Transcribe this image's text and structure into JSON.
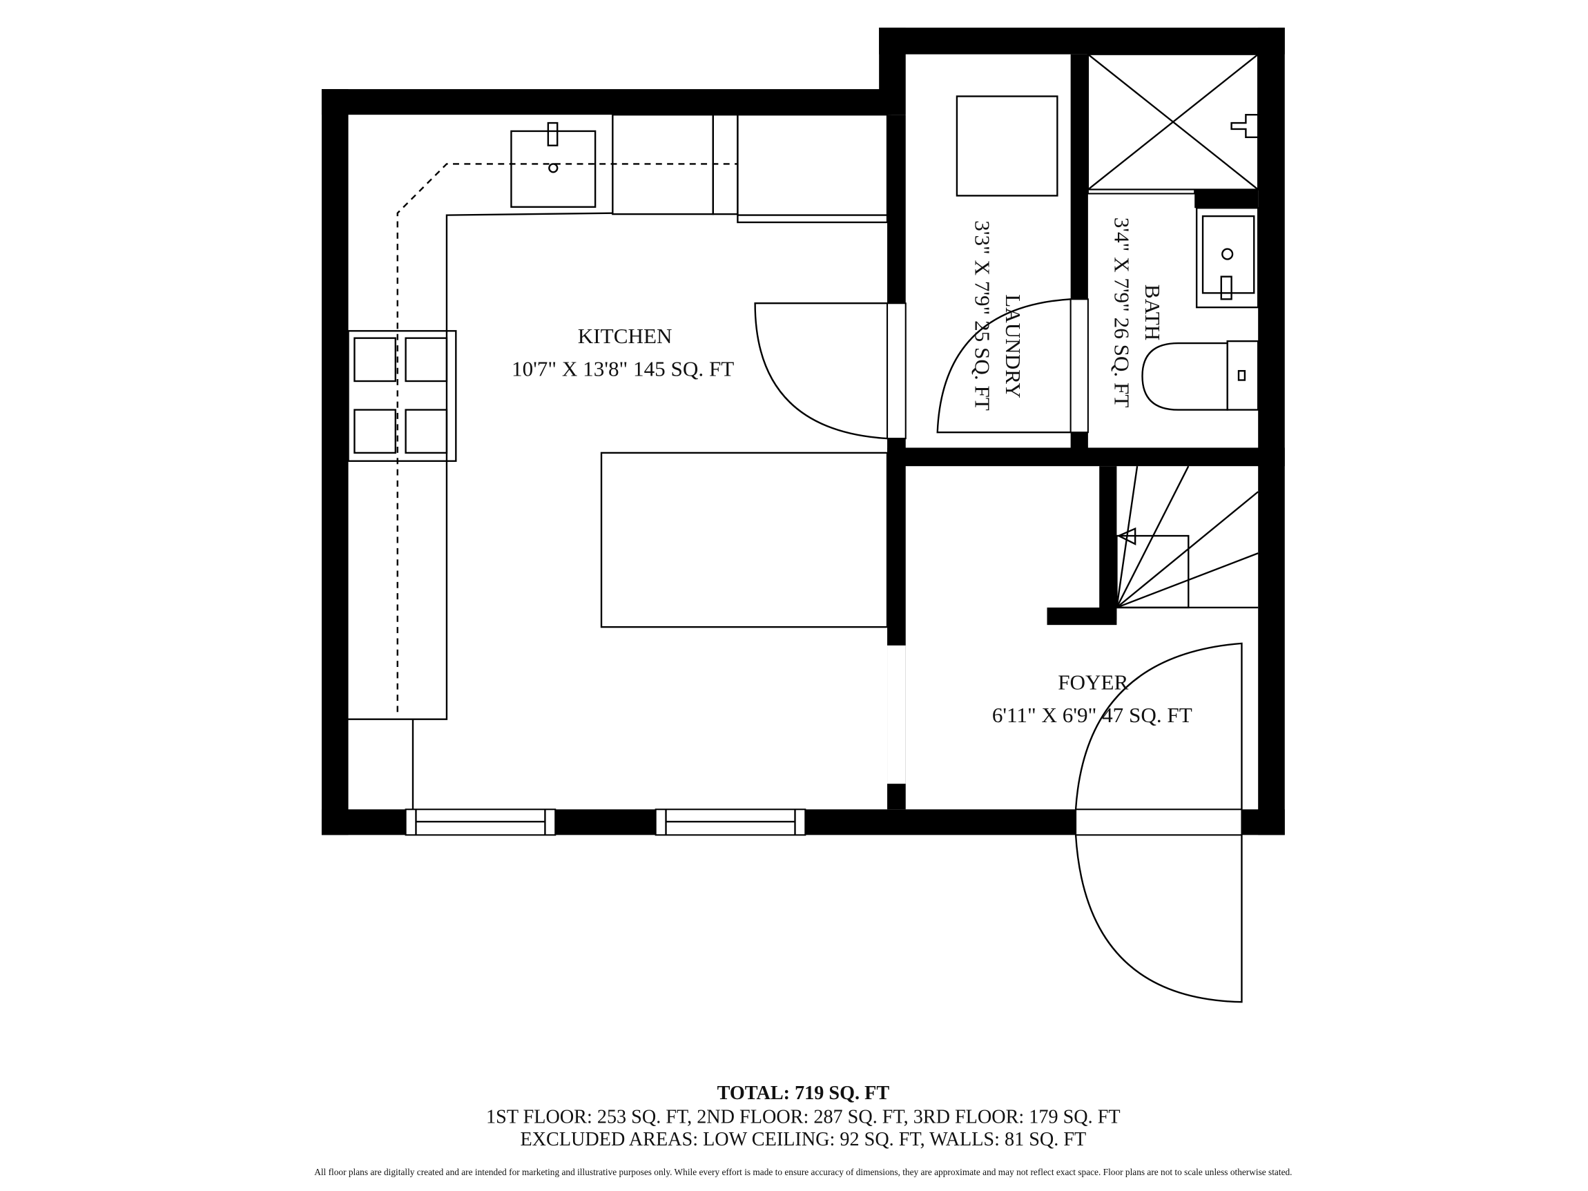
{
  "rooms": {
    "kitchen": {
      "name": "KITCHEN",
      "dims": "10'7\" X 13'8\" 145 SQ. FT"
    },
    "laundry": {
      "name": "LAUNDRY",
      "dims": "3'3\" X 7'9\" 25 SQ. FT"
    },
    "bath": {
      "name": "BATH",
      "dims": "3'4\" X 7'9\" 26 SQ. FT"
    },
    "foyer": {
      "name": "FOYER",
      "dims": "6'11\" X 6'9\" 47 SQ. FT"
    }
  },
  "summary": {
    "total": "TOTAL: 719 SQ. FT",
    "floors": "1ST FLOOR: 253 SQ. FT, 2ND FLOOR: 287 SQ. FT, 3RD FLOOR: 179 SQ. FT",
    "excluded": "EXCLUDED AREAS: LOW CEILING: 92 SQ. FT, WALLS: 81 SQ. FT"
  },
  "disclaimer": "All floor plans are digitally created and are intended for marketing and illustrative purposes only. While every effort is made to ensure accuracy of dimensions, they are approximate and may not reflect exact space. Floor plans are not to scale unless otherwise stated."
}
